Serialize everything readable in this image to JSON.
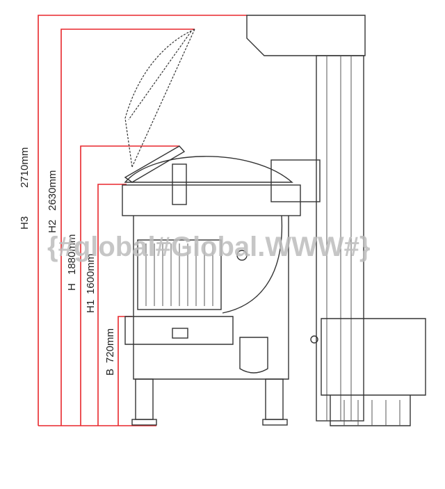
{
  "dimensions": [
    {
      "name": "H3",
      "value": "2710mm"
    },
    {
      "name": "H2",
      "value": "2630mm"
    },
    {
      "name": "H",
      "value": "1880mm"
    },
    {
      "name": "H1",
      "value": "1600mm"
    },
    {
      "name": "B",
      "value": "720mm"
    }
  ],
  "watermark": "{#global#Global.WWW#}",
  "colors": {
    "dimension_line": "#e8262b",
    "drawing": "#333333",
    "watermark": "#bdbdbd"
  }
}
